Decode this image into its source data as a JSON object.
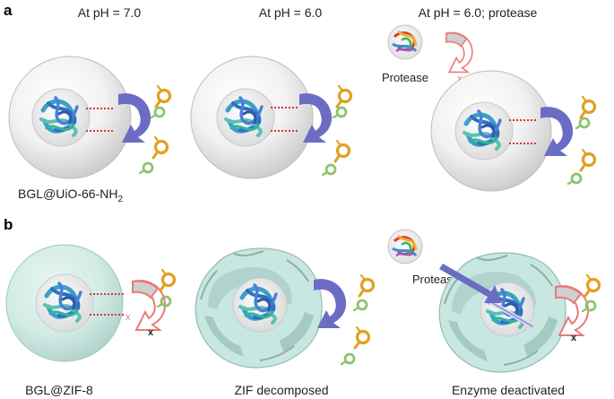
{
  "panel_a": {
    "letter": "a",
    "headers": [
      "At pH = 7.0",
      "At pH = 6.0",
      "At pH = 6.0; protease"
    ],
    "protease_label": "Protease",
    "blocked_mark": "x",
    "material_label_prefix": "BGL@UiO-66-NH",
    "material_label_sub": "2"
  },
  "panel_b": {
    "letter": "b",
    "protease_label": "Protease",
    "blocked_mark": "x",
    "captions": [
      "BGL@ZIF-8",
      "ZIF decomposed",
      "Enzyme deactivated"
    ]
  },
  "colors": {
    "uio_sphere": "#ececec",
    "zif_sphere": "#cfe9e3",
    "active_arrow": "#6b6dc4",
    "blocked_arrow": "#e97a7a",
    "substrate_orange": "#e0a020",
    "product_green": "#8cc46c",
    "channel_dots": "#d8343a"
  },
  "icons": {
    "enzyme": "protein-ribbon-icon",
    "active_arrow": "curved-arrow-icon",
    "blocked_arrow": "blocked-curved-arrow-icon",
    "substrate": "substrate-molecule-icon",
    "product": "product-molecule-icon"
  }
}
